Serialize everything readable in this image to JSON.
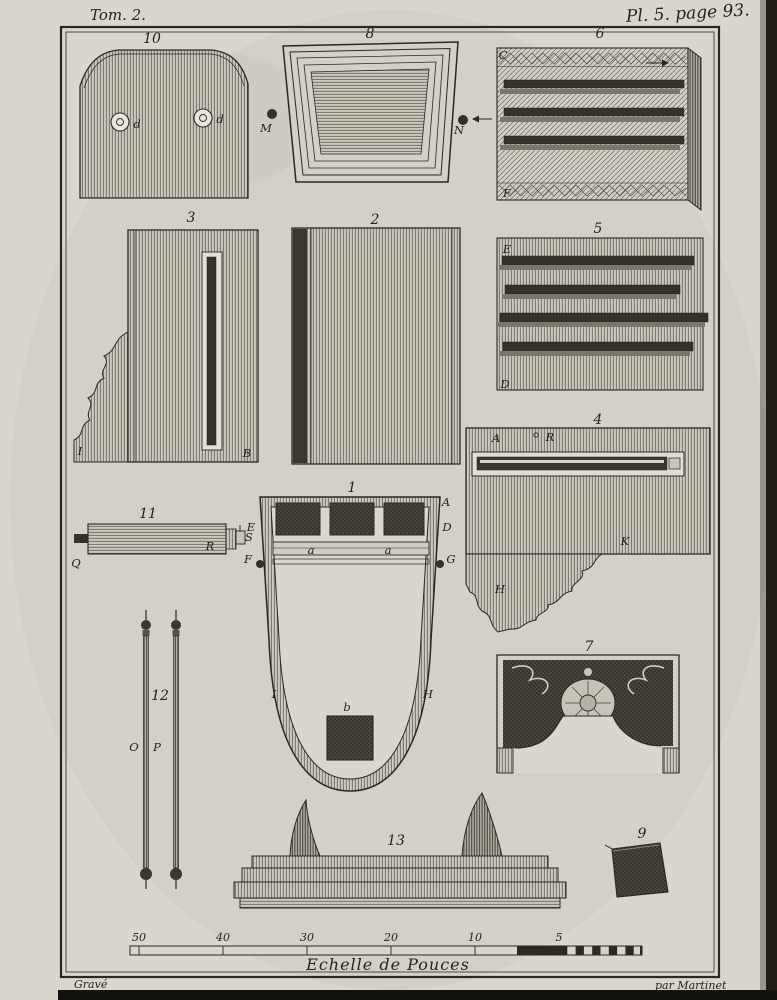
{
  "page": {
    "tome": "Tom. 2.",
    "plate_ref": "Pl. 5. page 93.",
    "credit_left": "Gravé",
    "credit_right": "par Martinet",
    "scale": {
      "title": "Echelle de Pouces",
      "ticks": [
        "50",
        "40",
        "30",
        "20",
        "10",
        "5"
      ]
    }
  },
  "figures": {
    "f1": {
      "n": "1",
      "A": "A",
      "E": "E",
      "D": "D",
      "F": "F",
      "G": "G",
      "a1": "a",
      "a2": "a",
      "I": "I",
      "H": "H",
      "b": "b"
    },
    "f2": {
      "n": "2"
    },
    "f3": {
      "n": "3",
      "I": "I",
      "B": "B"
    },
    "f4": {
      "n": "4",
      "A": "A",
      "R": "R",
      "K": "K",
      "H": "H"
    },
    "f5": {
      "n": "5",
      "E": "E",
      "D": "D"
    },
    "f6": {
      "n": "6",
      "C": "C",
      "F": "F"
    },
    "f7": {
      "n": "7"
    },
    "f8": {
      "n": "8",
      "M": "M",
      "N": "N"
    },
    "f9": {
      "n": "9"
    },
    "f10": {
      "n": "10",
      "d1": "d",
      "d2": "d"
    },
    "f11": {
      "n": "11",
      "Q": "Q",
      "R": "R",
      "S": "S"
    },
    "f12": {
      "n": "12",
      "O": "O",
      "P": "P"
    },
    "f13": {
      "n": "13"
    }
  }
}
